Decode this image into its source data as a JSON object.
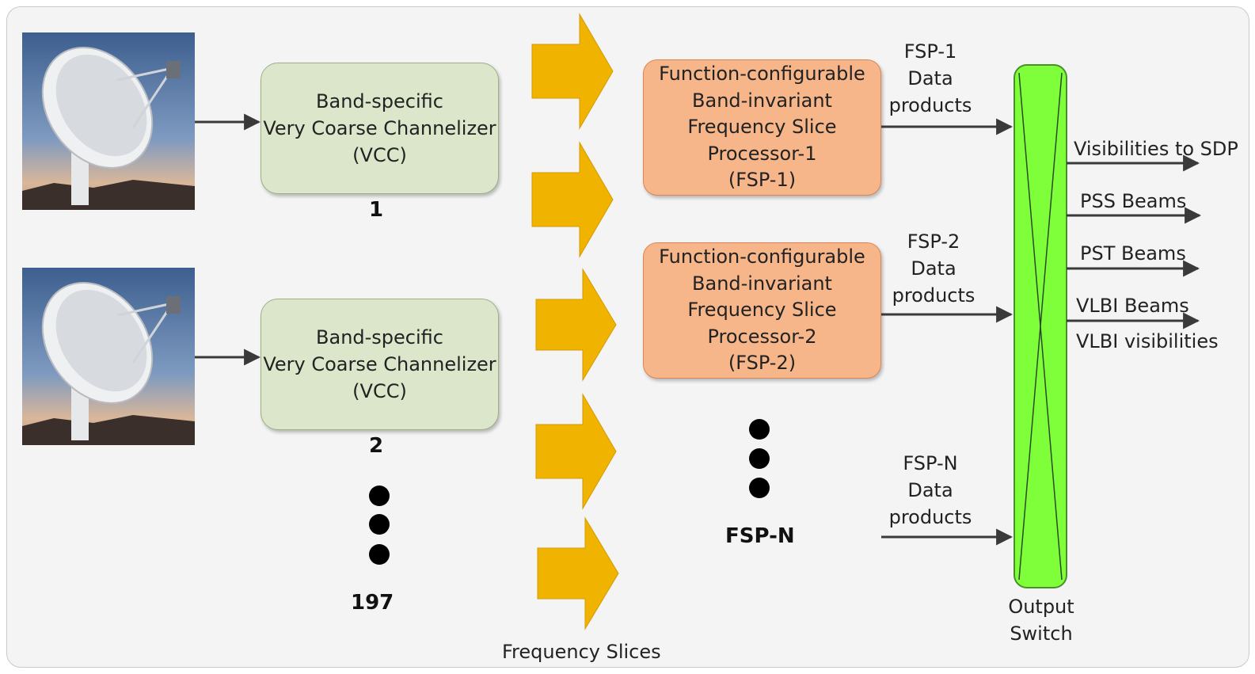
{
  "vcc_boxes": [
    {
      "line1": "Band-specific",
      "line2": "Very Coarse Channelizer",
      "line3": "(VCC)",
      "number": "1"
    },
    {
      "line1": "Band-specific",
      "line2": "Very Coarse Channelizer",
      "line3": "(VCC)",
      "number": "2"
    }
  ],
  "vcc_last_number": "197",
  "fsp_boxes": [
    {
      "text": "Function-configurable\nBand-invariant\nFrequency Slice\nProcessor-1\n(FSP-1)"
    },
    {
      "text": "Function-configurable\nBand-invariant\nFrequency Slice\nProcessor-2\n(FSP-2)"
    }
  ],
  "fsp_last_label": "FSP-N",
  "data_products": [
    {
      "text": "FSP-1\nData\nproducts"
    },
    {
      "text": "FSP-2\nData\nproducts"
    },
    {
      "text": "FSP-N\nData\nproducts"
    }
  ],
  "frequency_slices_label": "Frequency Slices",
  "output_switch_label": "Output\nSwitch",
  "outputs": [
    {
      "label": "Visibilities to SDP"
    },
    {
      "label": "PSS Beams"
    },
    {
      "label": "PST Beams"
    },
    {
      "label": "VLBI Beams"
    },
    {
      "label": "VLBI visibilities"
    }
  ],
  "colors": {
    "vcc_fill": "#dbe6cb",
    "fsp_fill": "#f6b68a",
    "slice_arrow": "#f0b400",
    "switch_fill": "#7fff3a",
    "line": "#3a3a3a"
  }
}
